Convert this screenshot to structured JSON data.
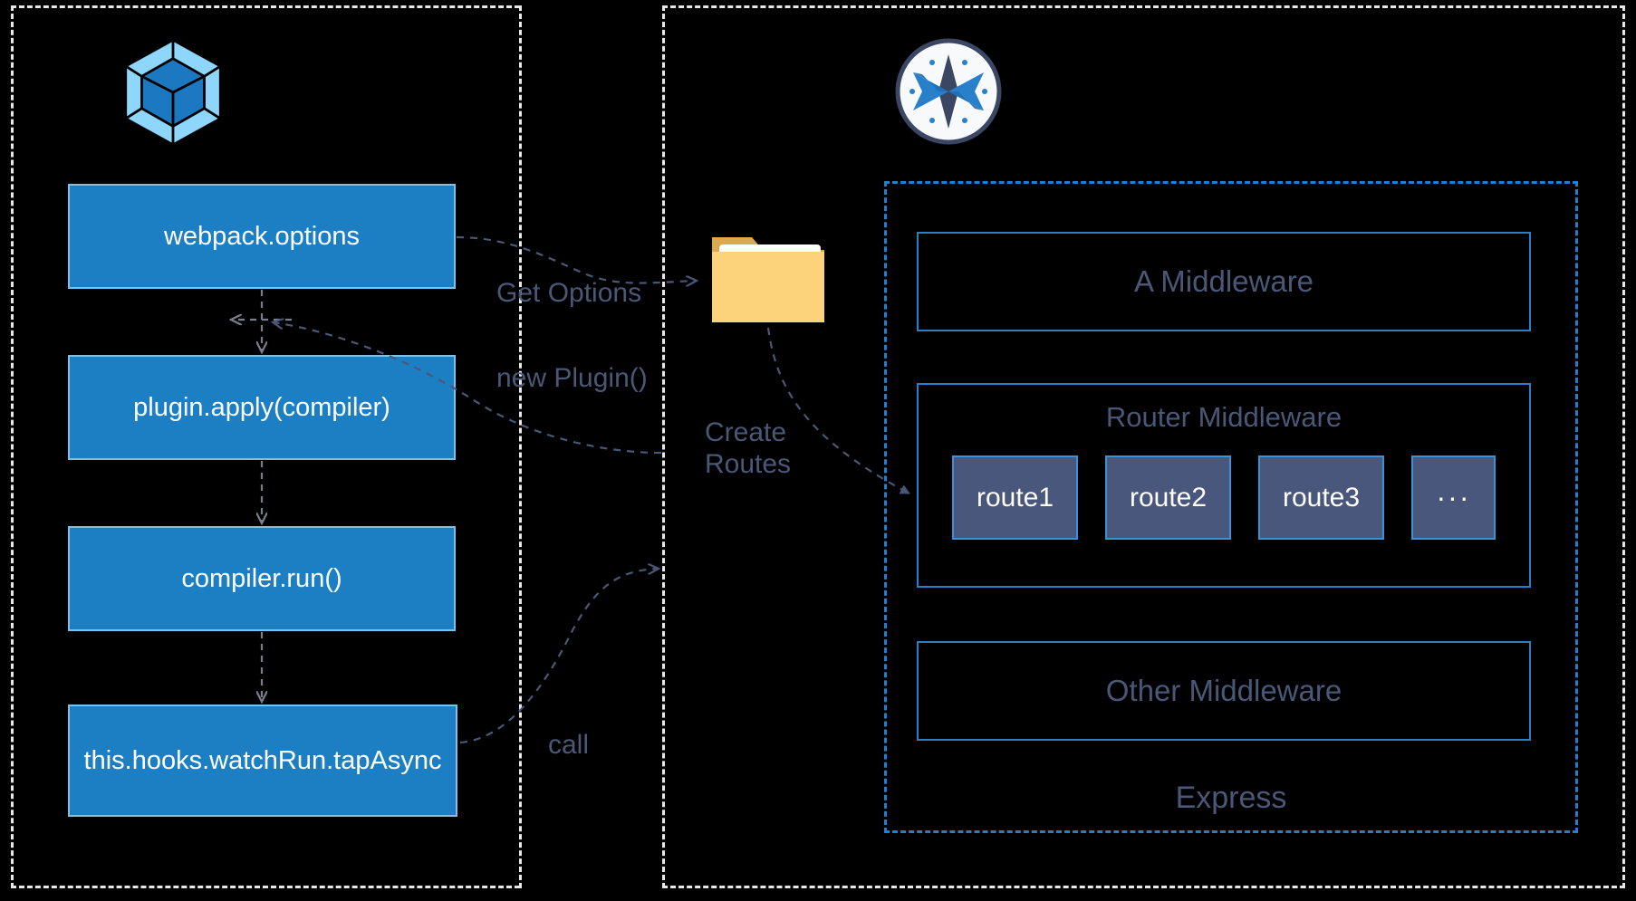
{
  "diagram": {
    "title": "Webpack plugin to Express middleware flow",
    "colors": {
      "background": "#000000",
      "webpack_box_fill": "#1c7fc4",
      "webpack_box_border": "#7ec1e8",
      "express_border": "#1f7fd0",
      "middleware_border": "#2a7fc9",
      "route_fill": "#49577c",
      "route_border": "#3a92da",
      "label_text": "#4a5878",
      "frame_divider": "#e8e8e8",
      "folder_fill": "#fcd37a",
      "arrow": "#4a5878"
    }
  },
  "left_panel": {
    "logo_name": "webpack-logo",
    "steps": [
      {
        "label": "webpack.options"
      },
      {
        "label": "plugin.apply(compiler)"
      },
      {
        "label": "compiler.run()"
      },
      {
        "label": "this.hooks.watchRun.tapAsync"
      }
    ]
  },
  "middle": {
    "folder_icon_name": "folder-icon",
    "connector_labels": {
      "get_options": "Get Options",
      "new_plugin": "new Plugin()",
      "create_routes": "Create\nRoutes",
      "call": "call"
    }
  },
  "right_panel": {
    "logo_name": "express-logo",
    "container_label": "Express",
    "middlewares": [
      {
        "label": "A Middleware"
      },
      {
        "label": "Other Middleware"
      }
    ],
    "router_middleware": {
      "title": "Router Middleware",
      "routes": [
        {
          "label": "route1"
        },
        {
          "label": "route2"
        },
        {
          "label": "route3"
        },
        {
          "label": "···"
        }
      ]
    }
  }
}
